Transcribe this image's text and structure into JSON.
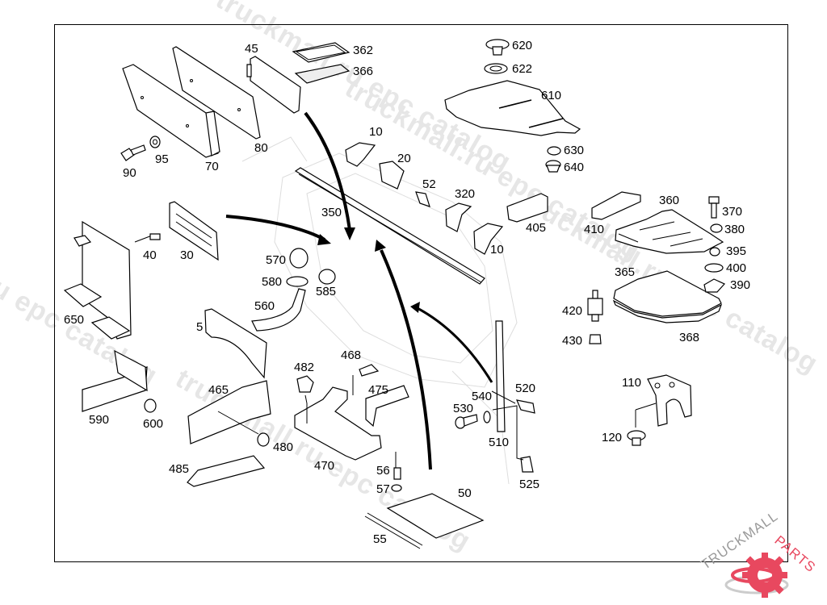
{
  "diagram": {
    "type": "exploded parts diagram",
    "watermarks": [
      "truckmall.ru epc catalog",
      "truckmall.ru epc catalog",
      "truckmall.ru epc catalog",
      "ru epc catalog",
      "truckmall.ru epc catalog"
    ],
    "logo": {
      "text_dark": "TRUCKMALL",
      "text_accent": "PARTS",
      "accent_color": "#e8485f",
      "dark_color": "#9a9a9a"
    },
    "part_labels": {
      "p45": "45",
      "p362": "362",
      "p366": "366",
      "p620": "620",
      "p622": "622",
      "p610": "610",
      "p90": "90",
      "p95": "95",
      "p70": "70",
      "p80": "80",
      "p10a": "10",
      "p20": "20",
      "p52": "52",
      "p320": "320",
      "p405": "405",
      "p10b": "10",
      "p630": "630",
      "p640": "640",
      "p410": "410",
      "p360": "360",
      "p370": "370",
      "p380": "380",
      "p395": "395",
      "p400": "400",
      "p390": "390",
      "p365": "365",
      "p368": "368",
      "p420": "420",
      "p430": "430",
      "p350": "350",
      "p40": "40",
      "p30": "30",
      "p650": "650",
      "p570": "570",
      "p580": "580",
      "p585": "585",
      "p560": "560",
      "p5": "5",
      "p590": "590",
      "p600": "600",
      "p465": "465",
      "p480": "480",
      "p485": "485",
      "p482": "482",
      "p468": "468",
      "p475": "475",
      "p470": "470",
      "p56": "56",
      "p57": "57",
      "p50": "50",
      "p55": "55",
      "p540": "540",
      "p520": "520",
      "p530": "530",
      "p510": "510",
      "p525": "525",
      "p110": "110",
      "p120": "120"
    },
    "colors": {
      "line": "#000000",
      "background": "#ffffff",
      "watermark": "#e6e6e6"
    }
  }
}
